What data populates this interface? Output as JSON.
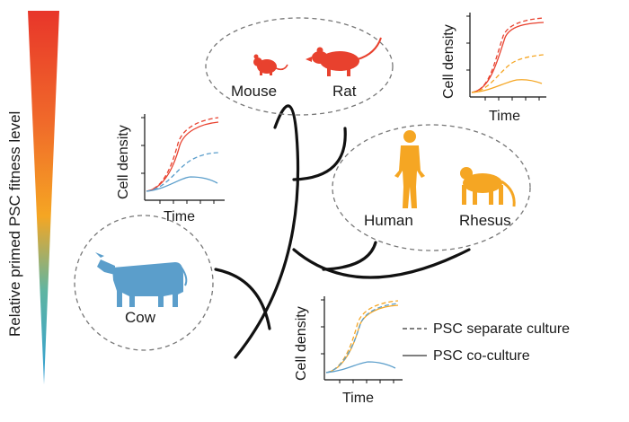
{
  "gradient_label": "Relative primed PSC fitness level",
  "gradient_colors": [
    "#e8362a",
    "#f06a2a",
    "#f5a623",
    "#5fb5a2",
    "#2f9ed6"
  ],
  "species": {
    "mouse": {
      "label": "Mouse",
      "icon": "mouse-icon",
      "color": "#e8412e"
    },
    "rat": {
      "label": "Rat",
      "icon": "rat-icon",
      "color": "#e8412e"
    },
    "human": {
      "label": "Human",
      "icon": "human-icon",
      "color": "#f5a623"
    },
    "rhesus": {
      "label": "Rhesus",
      "icon": "monkey-icon",
      "color": "#f5a623"
    },
    "cow": {
      "label": "Cow",
      "icon": "cow-icon",
      "color": "#5b9ecb"
    }
  },
  "plots": {
    "axis_x_label": "Time",
    "axis_y_label": "Cell density"
  },
  "legend": {
    "separate": "PSC separate culture",
    "coculture": "PSC co-culture"
  },
  "colors": {
    "red": "#e8412e",
    "orange": "#f5a623",
    "blue": "#5b9ecb",
    "tree": "#111111",
    "dash_circle": "#777777"
  }
}
